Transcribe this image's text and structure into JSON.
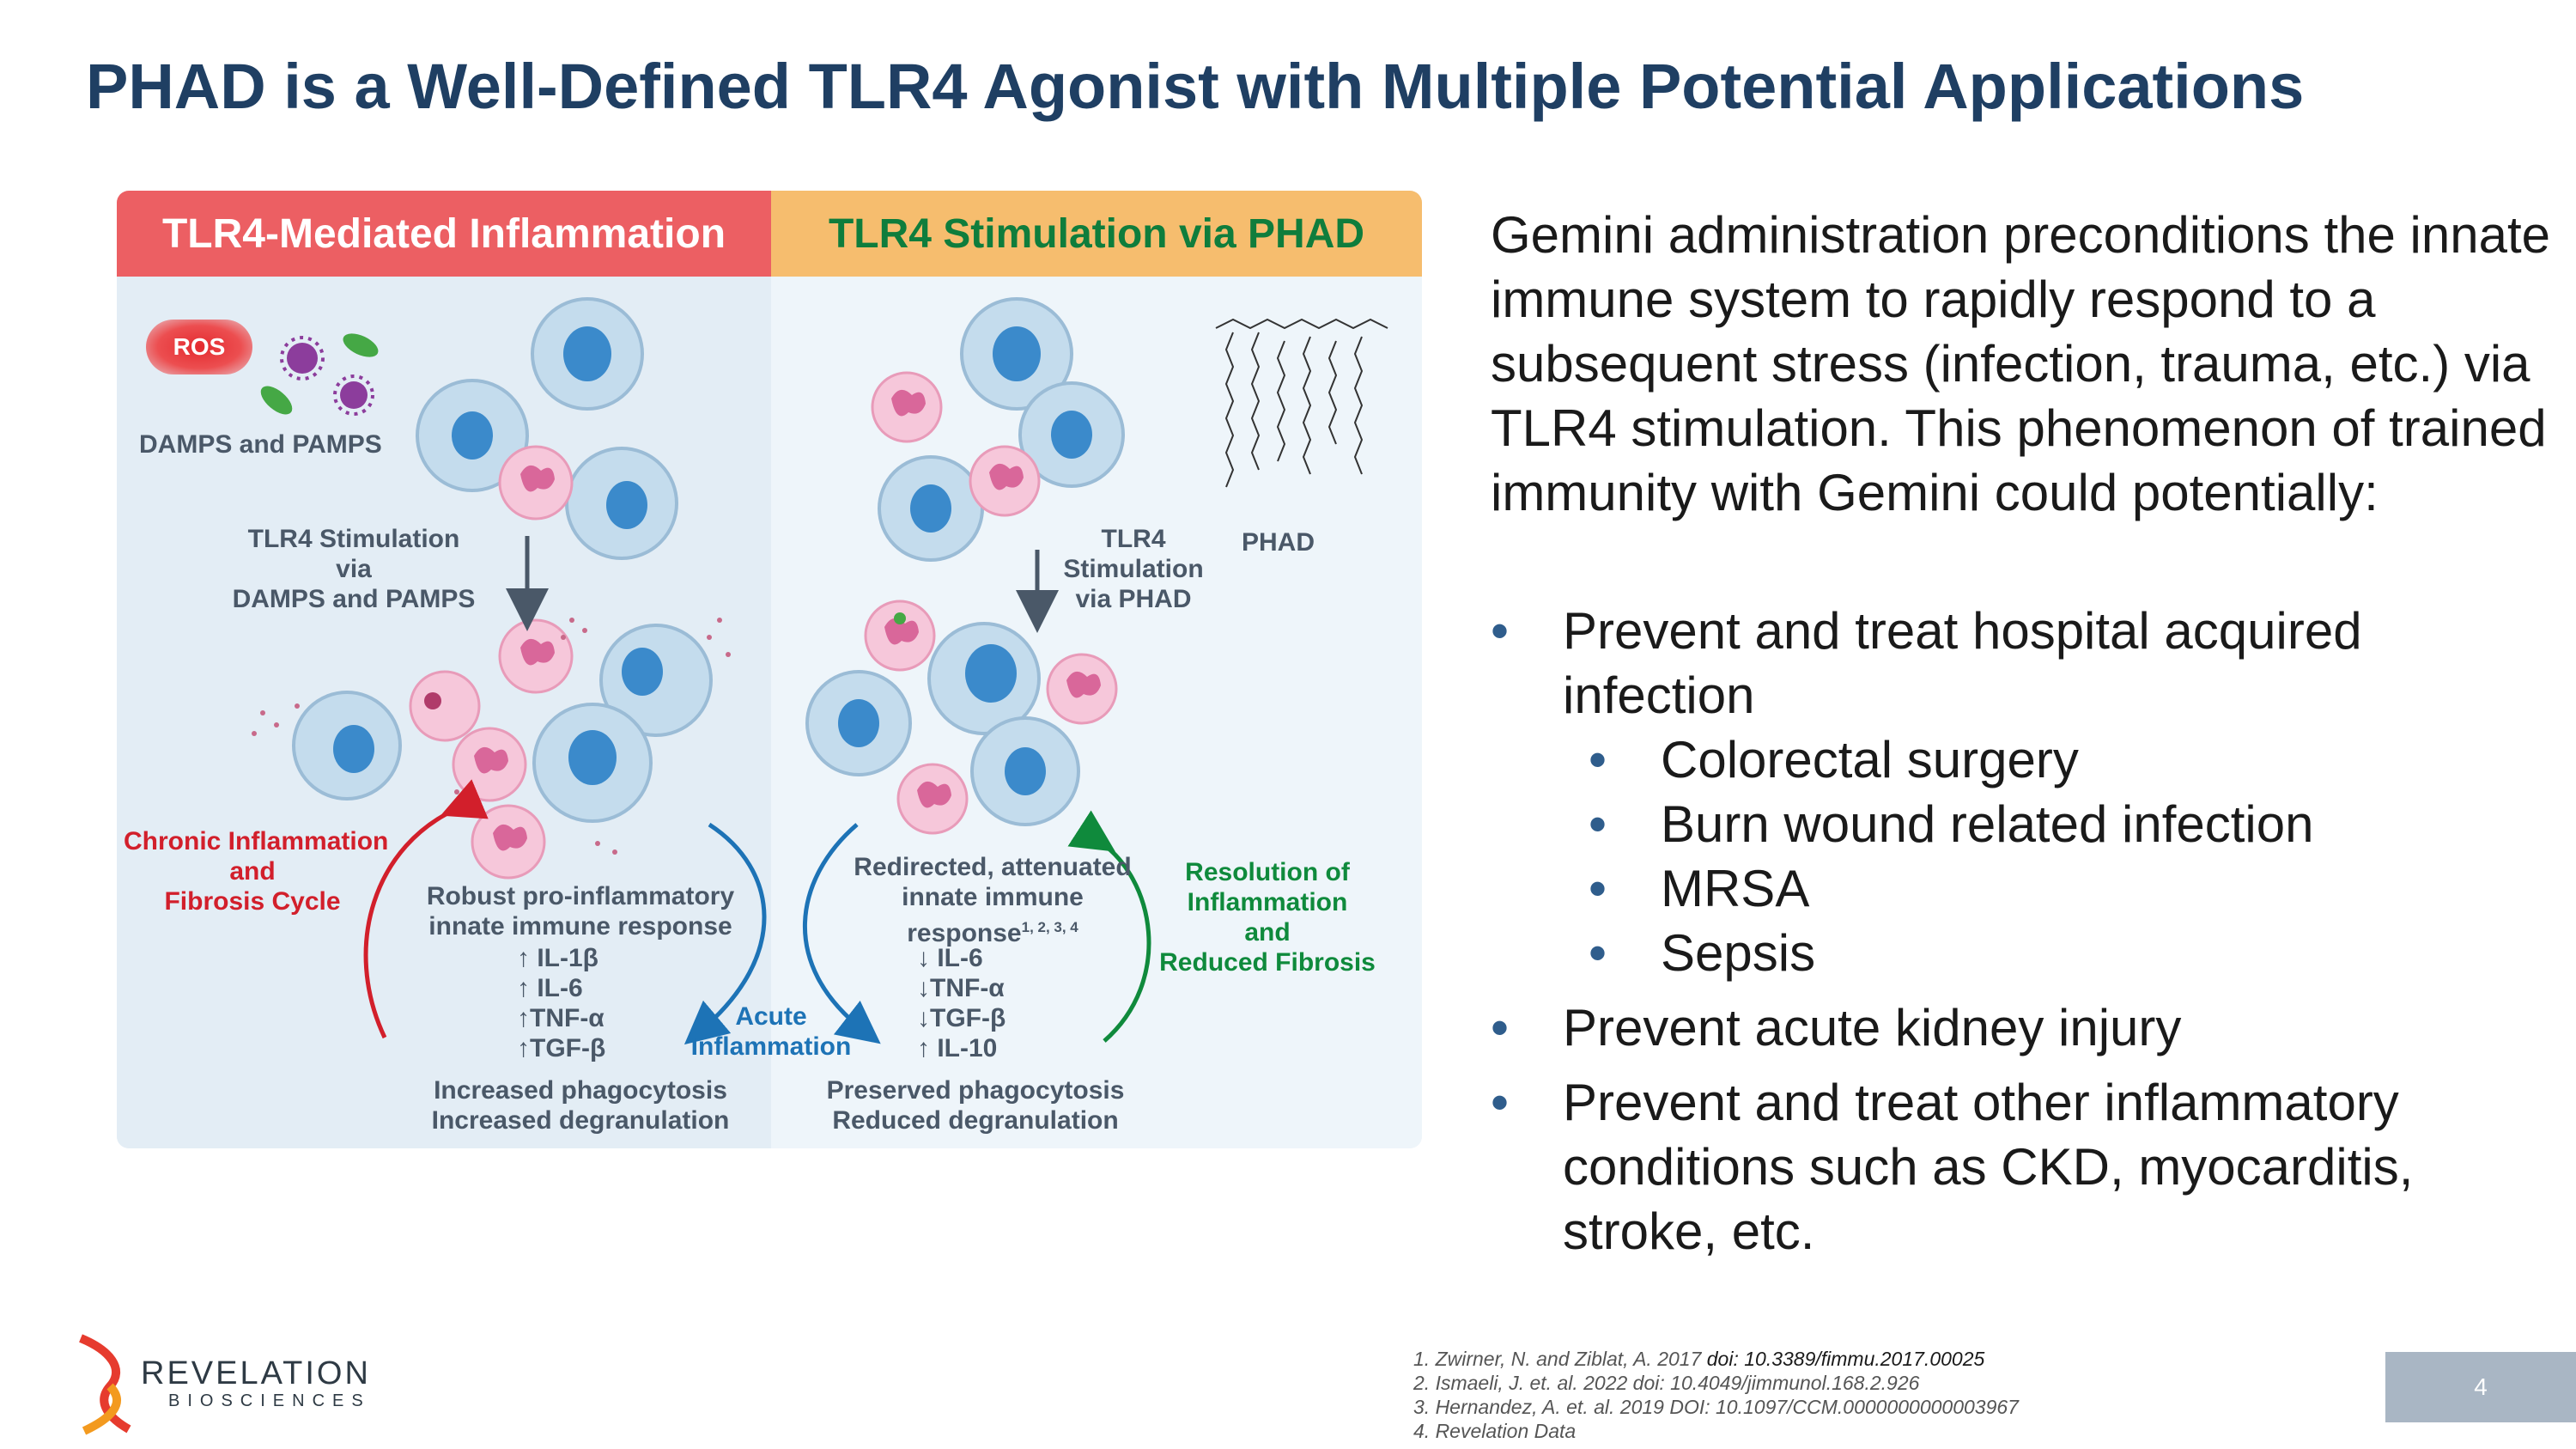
{
  "title": "PHAD is a Well-Defined TLR4 Agonist with Multiple Potential Applications",
  "figure": {
    "left_header": "TLR4-Mediated Inflammation",
    "right_header": "TLR4 Stimulation via PHAD",
    "ros": "ROS",
    "damps_pamps": "DAMPS and PAMPS",
    "tlr4_left_lines": [
      "TLR4 Stimulation",
      "via",
      "DAMPS and PAMPS"
    ],
    "tlr4_right_lines": [
      "TLR4",
      "Stimulation",
      "via PHAD"
    ],
    "phad": "PHAD",
    "chronic_lines": [
      "Chronic Inflammation",
      "and",
      "Fibrosis Cycle"
    ],
    "robust_lines": [
      "Robust pro-inflammatory",
      "innate immune response"
    ],
    "left_markers": [
      "↑ IL-1β",
      "↑ IL-6",
      "↑TNF-α",
      "↑TGF-β"
    ],
    "left_bottom": [
      "Increased phagocytosis",
      "Increased degranulation"
    ],
    "acute_lines": [
      "Acute",
      "Inflammation"
    ],
    "redirected_lines": [
      "Redirected, attenuated",
      "innate immune",
      "response"
    ],
    "redirected_sup": "1, 2, 3, 4",
    "right_markers": [
      "↓ IL-6",
      "↓TNF-α",
      "↓TGF-β",
      "↑ IL-10"
    ],
    "right_bottom": [
      "Preserved phagocytosis",
      "Reduced degranulation"
    ],
    "resolution_lines": [
      "Resolution of",
      "Inflammation",
      "and",
      "Reduced Fibrosis"
    ],
    "colors": {
      "red": "#ec5f63",
      "orange": "#f6bd6e",
      "green": "#0f8a3c",
      "blue": "#1d73b6"
    }
  },
  "body": {
    "paragraph": "Gemini administration preconditions the innate immune system to rapidly respond to a subsequent stress (infection, trauma, etc.) via TLR4 stimulation. This phenomenon of trained immunity with Gemini could potentially:",
    "bullets": [
      {
        "text": "Prevent and treat hospital acquired infection",
        "sub": [
          "Colorectal surgery",
          "Burn wound related infection",
          "MRSA",
          "Sepsis"
        ]
      },
      {
        "text": "Prevent acute kidney injury",
        "sub": []
      },
      {
        "text": "Prevent and treat other inflammatory conditions such as CKD, myocarditis, stroke, etc.",
        "sub": []
      }
    ]
  },
  "footer": {
    "logo_word": "REVELATION",
    "logo_sub": "BIOSCIENCES",
    "refs": [
      {
        "text": "1. Zwirner, N. and Ziblat, A. 2017 ",
        "doi": "doi: 10.3389/fimmu.2017.00025"
      },
      {
        "text": "2. Ismaeli, J. et. al. 2022 doi: 10.4049/jimmunol.168.2.926",
        "doi": ""
      },
      {
        "text": "3. Hernandez, A. et. al. 2019 DOI: 10.1097/CCM.0000000000003967",
        "doi": ""
      },
      {
        "text": "4. Revelation Data",
        "doi": ""
      }
    ],
    "page_number": "4"
  }
}
